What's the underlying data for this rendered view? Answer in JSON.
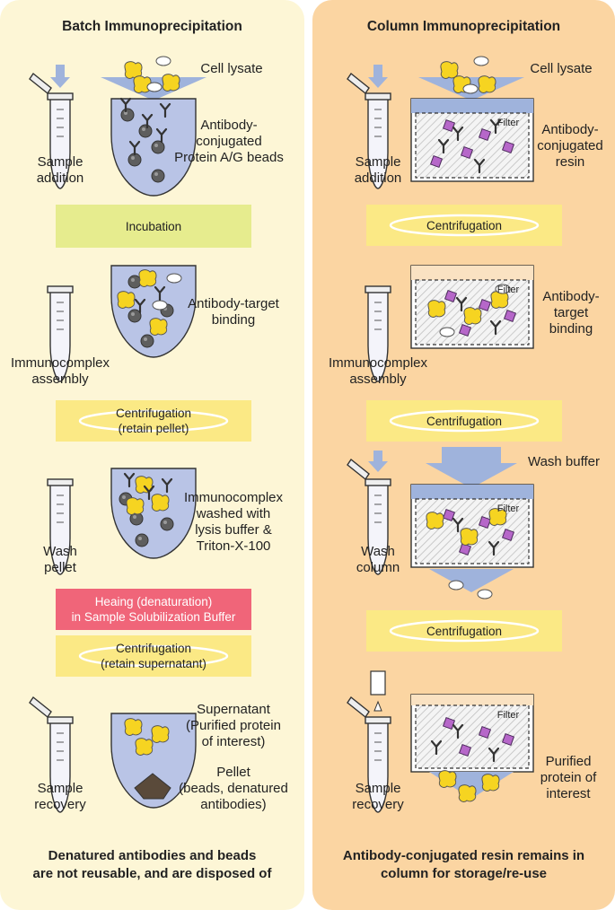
{
  "left": {
    "title": "Batch Immunoprecipitation",
    "cell_lysate": "Cell lysate",
    "beads_label": "Antibody-\nconjugated\nProtein A/G beads",
    "sample_addition": "Sample\naddition",
    "incubation": "Incubation",
    "binding": "Antibody-target\nbinding",
    "assembly": "Immunocomplex\nassembly",
    "centrifuge_pellet": "Centrifugation\n(retain pellet)",
    "washed": "Immunocomplex\nwashed with\nlysis buffer &\nTriton-X-100",
    "wash_pellet": "Wash\npellet",
    "heating": "Heaing (denaturation)\nin Sample Solubilization Buffer",
    "centrifuge_super": "Centrifugation\n(retain supernatant)",
    "supernatant": "Supernatant\n(Purified protein\nof interest)",
    "pellet": "Pellet\n(beads, denatured\nantibodies)",
    "recovery": "Sample\nrecovery",
    "footer": "Denatured antibodies and beads\nare not reusable, and are disposed of"
  },
  "right": {
    "title": "Column Immunoprecipitation",
    "cell_lysate": "Cell lysate",
    "resin_label": "Antibody-\nconjugated\nresin",
    "filter": "Filter",
    "sample_addition": "Sample\naddition",
    "centrifugation": "Centrifugation",
    "binding": "Antibody-\ntarget\nbinding",
    "assembly": "Immunocomplex\nassembly",
    "wash_buffer": "Wash buffer",
    "wash_column": "Wash\ncolumn",
    "purified": "Purified\nprotein of\ninterest",
    "recovery": "Sample\nrecovery",
    "footer": "Antibody-conjugated resin remains in\ncolumn for storage/re-use"
  },
  "colors": {
    "left_panel": "#fdf6d6",
    "right_panel": "#fbd5a2",
    "incubation_bar": "#e6ec8e",
    "centrifuge_bar": "#fbe985",
    "heating_bar": "#f06579",
    "buffer_blue": "#9fb3dc",
    "protein_yellow": "#f6d421",
    "resin_purple": "#b667c9"
  }
}
